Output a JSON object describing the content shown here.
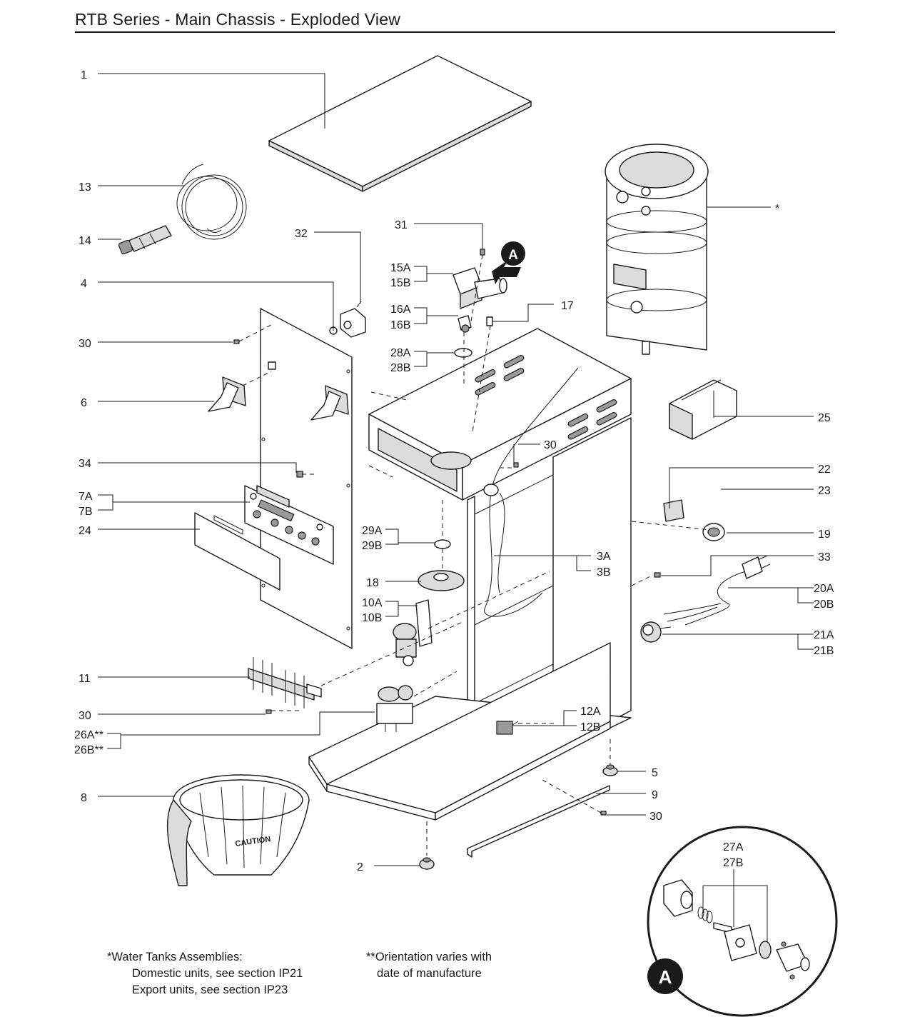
{
  "title": "RTB Series - Main Chassis - Exploded View",
  "detail_marker": "A",
  "callouts": [
    {
      "id": "c1",
      "text": "1"
    },
    {
      "id": "c13",
      "text": "13"
    },
    {
      "id": "c14",
      "text": "14"
    },
    {
      "id": "c32",
      "text": "32"
    },
    {
      "id": "c4",
      "text": "4"
    },
    {
      "id": "c30a",
      "text": "30"
    },
    {
      "id": "c6",
      "text": "6"
    },
    {
      "id": "c34",
      "text": "34"
    },
    {
      "id": "c7a",
      "text": "7A"
    },
    {
      "id": "c7b",
      "text": "7B"
    },
    {
      "id": "c24",
      "text": "24"
    },
    {
      "id": "c11",
      "text": "11"
    },
    {
      "id": "c30b",
      "text": "30"
    },
    {
      "id": "c26a",
      "text": "26A**"
    },
    {
      "id": "c26b",
      "text": "26B**"
    },
    {
      "id": "c8",
      "text": "8"
    },
    {
      "id": "c2",
      "text": "2"
    },
    {
      "id": "c31",
      "text": "31"
    },
    {
      "id": "c15a",
      "text": "15A"
    },
    {
      "id": "c15b",
      "text": "15B"
    },
    {
      "id": "c16a",
      "text": "16A"
    },
    {
      "id": "c16b",
      "text": "16B"
    },
    {
      "id": "c17",
      "text": "17"
    },
    {
      "id": "c28a",
      "text": "28A"
    },
    {
      "id": "c28b",
      "text": "28B"
    },
    {
      "id": "c30c",
      "text": "30"
    },
    {
      "id": "c29a",
      "text": "29A"
    },
    {
      "id": "c29b",
      "text": "29B"
    },
    {
      "id": "c18",
      "text": "18"
    },
    {
      "id": "c10a",
      "text": "10A"
    },
    {
      "id": "c10b",
      "text": "10B"
    },
    {
      "id": "c3a",
      "text": "3A"
    },
    {
      "id": "c3b",
      "text": "3B"
    },
    {
      "id": "cstar",
      "text": "*"
    },
    {
      "id": "c25",
      "text": "25"
    },
    {
      "id": "c22",
      "text": "22"
    },
    {
      "id": "c23",
      "text": "23"
    },
    {
      "id": "c19",
      "text": "19"
    },
    {
      "id": "c33",
      "text": "33"
    },
    {
      "id": "c20a",
      "text": "20A"
    },
    {
      "id": "c20b",
      "text": "20B"
    },
    {
      "id": "c21a",
      "text": "21A"
    },
    {
      "id": "c21b",
      "text": "21B"
    },
    {
      "id": "c12a",
      "text": "12A"
    },
    {
      "id": "c12b",
      "text": "12B"
    },
    {
      "id": "c5",
      "text": "5"
    },
    {
      "id": "c9",
      "text": "9"
    },
    {
      "id": "c30d",
      "text": "30"
    },
    {
      "id": "c27a",
      "text": "27A"
    },
    {
      "id": "c27b",
      "text": "27B"
    }
  ],
  "carafe_label": "CAUTION",
  "notes": {
    "water_tanks": {
      "heading": "*Water Tanks Assemblies:",
      "domestic": "Domestic units, see section IP21",
      "export": "Export units, see section IP23"
    },
    "orientation": {
      "line1": "**Orientation varies with",
      "line2": "date of manufacture"
    }
  }
}
